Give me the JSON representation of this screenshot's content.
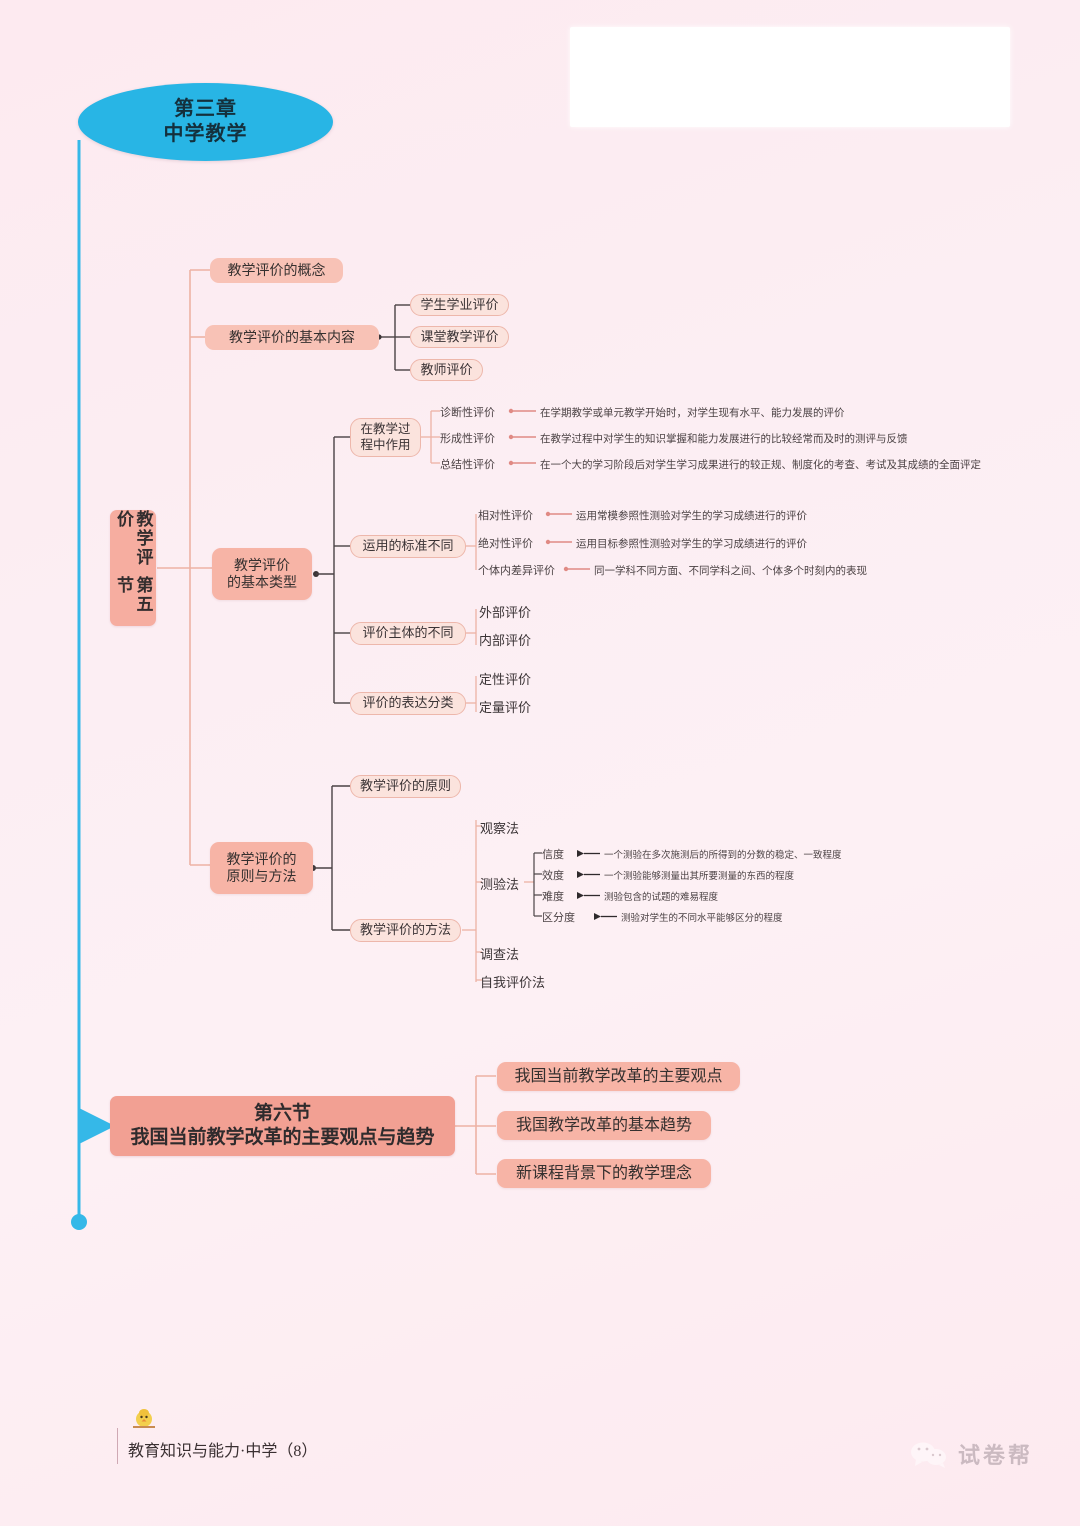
{
  "page": {
    "background_color": "#fdeef2",
    "accent_blue": "#28b5e5",
    "accent_salmon_strong": "#f2a093",
    "accent_salmon_med": "#f7b4a6",
    "accent_pill": "#fbe3dd"
  },
  "chapter": {
    "line1": "第三章",
    "line2": "中学教学"
  },
  "section5_tab": {
    "section_label": "第五节",
    "topic_label": "教学评价"
  },
  "branches": {
    "concept": "教学评价的概念",
    "basic_content": {
      "label": "教学评价的基本内容",
      "children": [
        "学生学业评价",
        "课堂教学评价",
        "教师评价"
      ]
    },
    "basic_types": {
      "label": "教学评价\n的基本类型",
      "groups": [
        {
          "label": "在教学过\n程中作用",
          "items": [
            {
              "name": "诊断性评价",
              "desc": "在学期教学或单元教学开始时，对学生现有水平、能力发展的评价"
            },
            {
              "name": "形成性评价",
              "desc": "在教学过程中对学生的知识掌握和能力发展进行的比较经常而及时的测评与反馈"
            },
            {
              "name": "总结性评价",
              "desc": "在一个大的学习阶段后对学生学习成果进行的较正规、制度化的考查、考试及其成绩的全面评定"
            }
          ]
        },
        {
          "label": "运用的标准不同",
          "items": [
            {
              "name": "相对性评价",
              "desc": "运用常模参照性测验对学生的学习成绩进行的评价"
            },
            {
              "name": "绝对性评价",
              "desc": "运用目标参照性测验对学生的学习成绩进行的评价"
            },
            {
              "name": "个体内差异评价",
              "desc": "同一学科不同方面、不同学科之间、个体多个时刻内的表现"
            }
          ]
        },
        {
          "label": "评价主体的不同",
          "items": [
            {
              "name": "外部评价",
              "desc": ""
            },
            {
              "name": "内部评价",
              "desc": ""
            }
          ]
        },
        {
          "label": "评价的表达分类",
          "items": [
            {
              "name": "定性评价",
              "desc": ""
            },
            {
              "name": "定量评价",
              "desc": ""
            }
          ]
        }
      ]
    },
    "principles_methods": {
      "label": "教学评价的\n原则与方法",
      "principles_label": "教学评价的原则",
      "methods_label": "教学评价的方法",
      "methods": [
        "观察法",
        "测验法",
        "调查法",
        "自我评价法"
      ],
      "test_metrics": [
        {
          "name": "信度",
          "desc": "一个测验在多次施测后的所得到的分数的稳定、一致程度"
        },
        {
          "name": "效度",
          "desc": "一个测验能够测量出其所要测量的东西的程度"
        },
        {
          "name": "难度",
          "desc": "测验包含的试题的难易程度"
        },
        {
          "name": "区分度",
          "desc": "测验对学生的不同水平能够区分的程度"
        }
      ]
    }
  },
  "section6": {
    "line1": "第六节",
    "line2": "我国当前教学改革的主要观点与趋势",
    "children": [
      "我国当前教学改革的主要观点",
      "我国教学改革的基本趋势",
      "新课程背景下的教学理念"
    ]
  },
  "footer": {
    "book_line": "教育知识与能力·中学（8）",
    "brand": "试卷帮"
  }
}
